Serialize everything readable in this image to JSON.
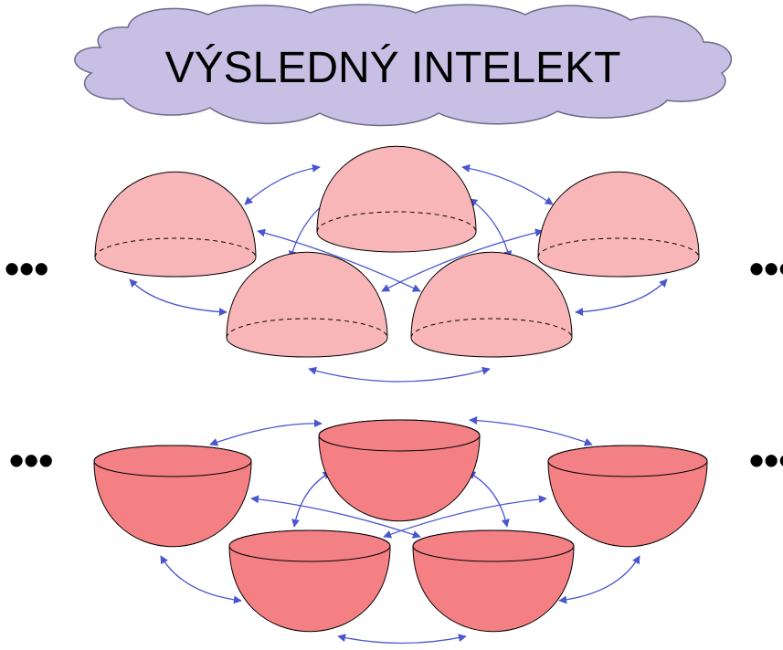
{
  "title": "VÝSLEDNÝ INTELEKT",
  "ellipsis": "•••",
  "colors": {
    "cloud_fill": "#c8c0e4",
    "dome_fill": "#f8b6b8",
    "bowl_fill": "#f48084",
    "bowl_inner": "#f38085",
    "arrow": "#4a56d0",
    "outline": "#000000"
  },
  "layers": [
    {
      "name": "upper-layer",
      "shape": "dome",
      "count": 5
    },
    {
      "name": "lower-layer",
      "shape": "bowl",
      "count": 5
    }
  ]
}
